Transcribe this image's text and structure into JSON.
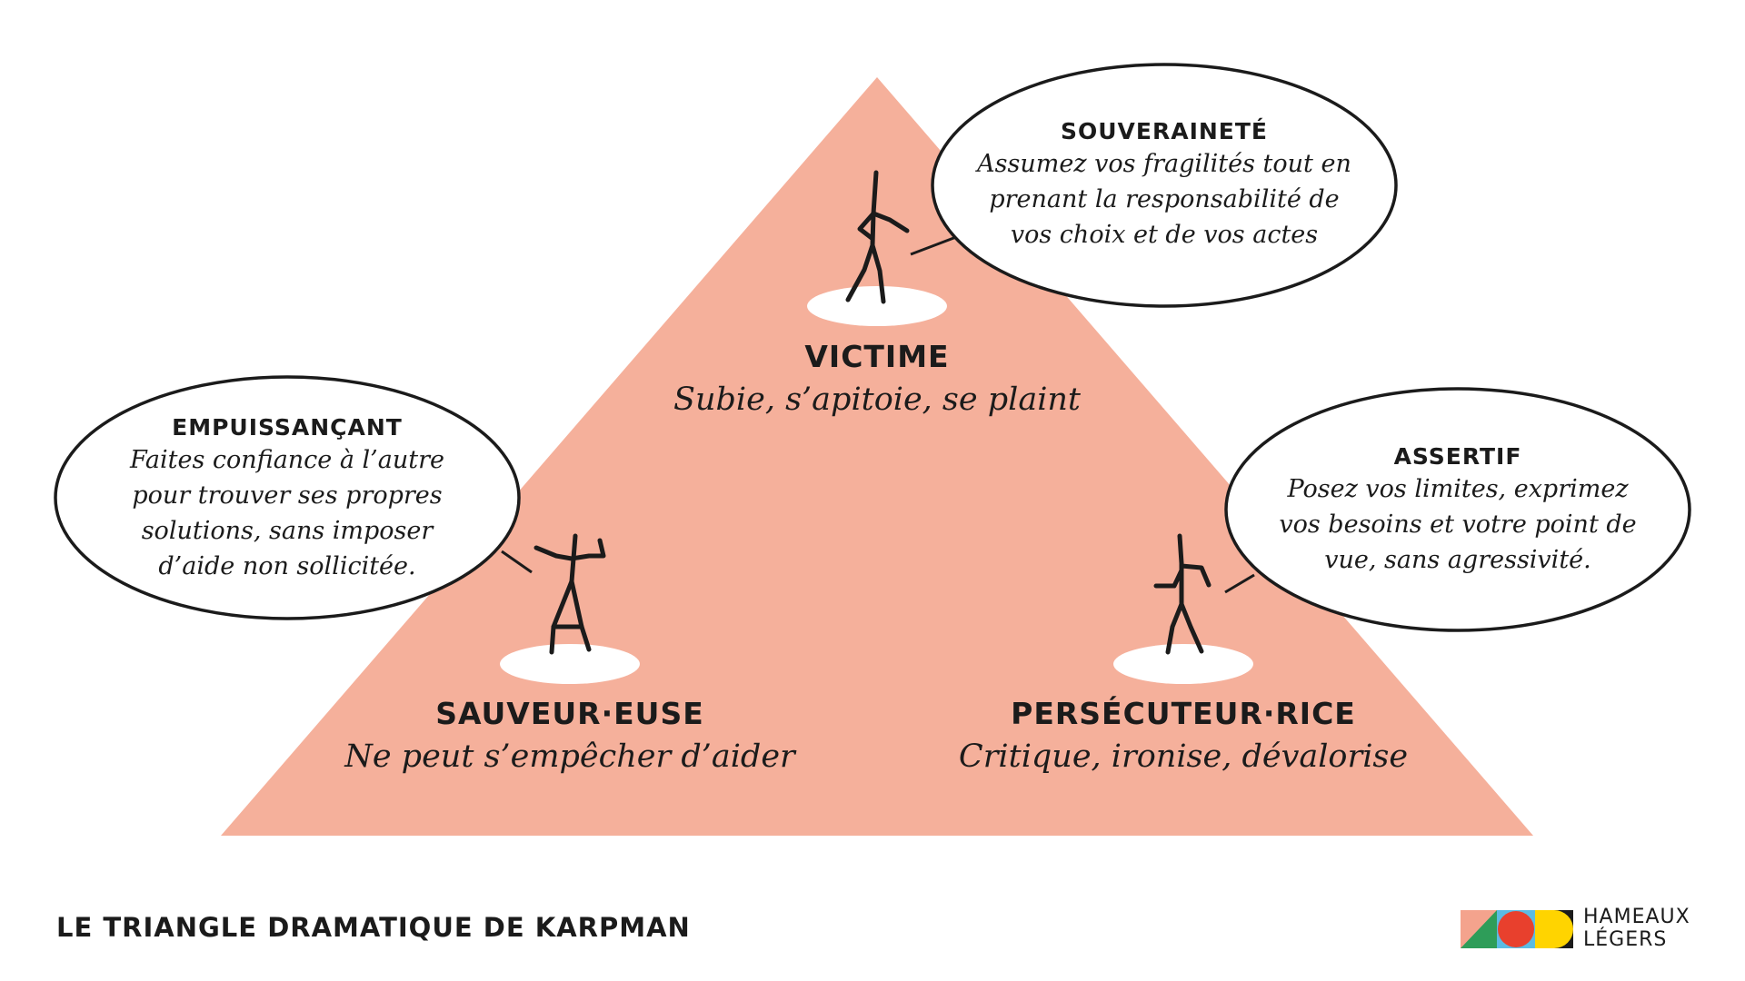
{
  "title": "LE TRIANGLE DRAMATIQUE DE KARPMAN",
  "colors": {
    "triangle": "#f5b09b",
    "ink": "#1b1b1b",
    "platform": "#ffffff"
  },
  "roles": {
    "victime": {
      "name": "VICTIME",
      "desc": "Subie, s’apitoie, se plaint"
    },
    "sauveur": {
      "name": "SAUVEUR·EUSE",
      "desc": "Ne peut s’empêcher d’aider"
    },
    "persecuteur": {
      "name": "PERSÉCUTEUR·RICE",
      "desc": "Critique, ironise, dévalorise"
    }
  },
  "bubbles": {
    "souverainete": {
      "title": "SOUVERAINETÉ",
      "lines": [
        "Assumez vos fragilités tout en",
        "prenant la responsabilité de",
        "vos choix et de vos actes"
      ]
    },
    "empuissancant": {
      "title": "EMPUISSANÇANT",
      "lines": [
        "Faites confiance à l’autre",
        "pour trouver ses propres",
        "solutions, sans imposer",
        "d’aide non sollicitée."
      ]
    },
    "assertif": {
      "title": "ASSERTIF",
      "lines": [
        "Posez vos limites, exprimez",
        "vos besoins et votre point de",
        "vue, sans agressivité."
      ]
    }
  },
  "brand": {
    "line1": "HAMEAUX",
    "line2": "LÉGERS",
    "logo_colors": [
      "#e8402d",
      "#2e9d59",
      "#ffd400",
      "#5bbbe3",
      "#f4a38d"
    ]
  },
  "icons": [
    "stick-figure-icon",
    "brand-logo-icon"
  ]
}
